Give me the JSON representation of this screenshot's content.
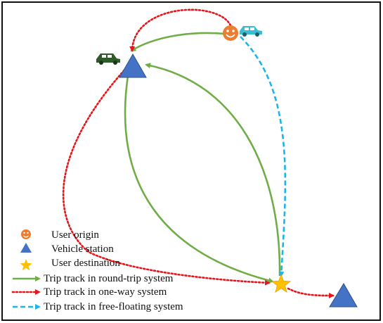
{
  "colors": {
    "round_trip": "#70ad47",
    "one_way": "#e8141b",
    "free_floating": "#1fb4e6",
    "station": "#4472c4",
    "destination": "#ffc000",
    "origin": "#ed7d31",
    "car_dark": "#2f5a2a",
    "car_light": "#3cbcd2",
    "border": "#111111"
  },
  "icons": {
    "origin": "smiley-face-icon",
    "station": "triangle-icon",
    "destination": "star-icon",
    "car_dark": "car-icon",
    "car_light": "car-icon"
  },
  "legend": {
    "items": [
      {
        "icon": "smiley-face-icon",
        "label": "User origin"
      },
      {
        "icon": "triangle-icon",
        "label": "Vehicle station"
      },
      {
        "icon": "star-icon",
        "label": "User destination"
      },
      {
        "icon": "solid-arrow-icon",
        "label": "Trip track in round-trip system"
      },
      {
        "icon": "dotted-arrow-icon",
        "label": "Trip track in one-way system"
      },
      {
        "icon": "dashed-arrow-icon",
        "label": "Trip track in free-floating system"
      }
    ]
  }
}
